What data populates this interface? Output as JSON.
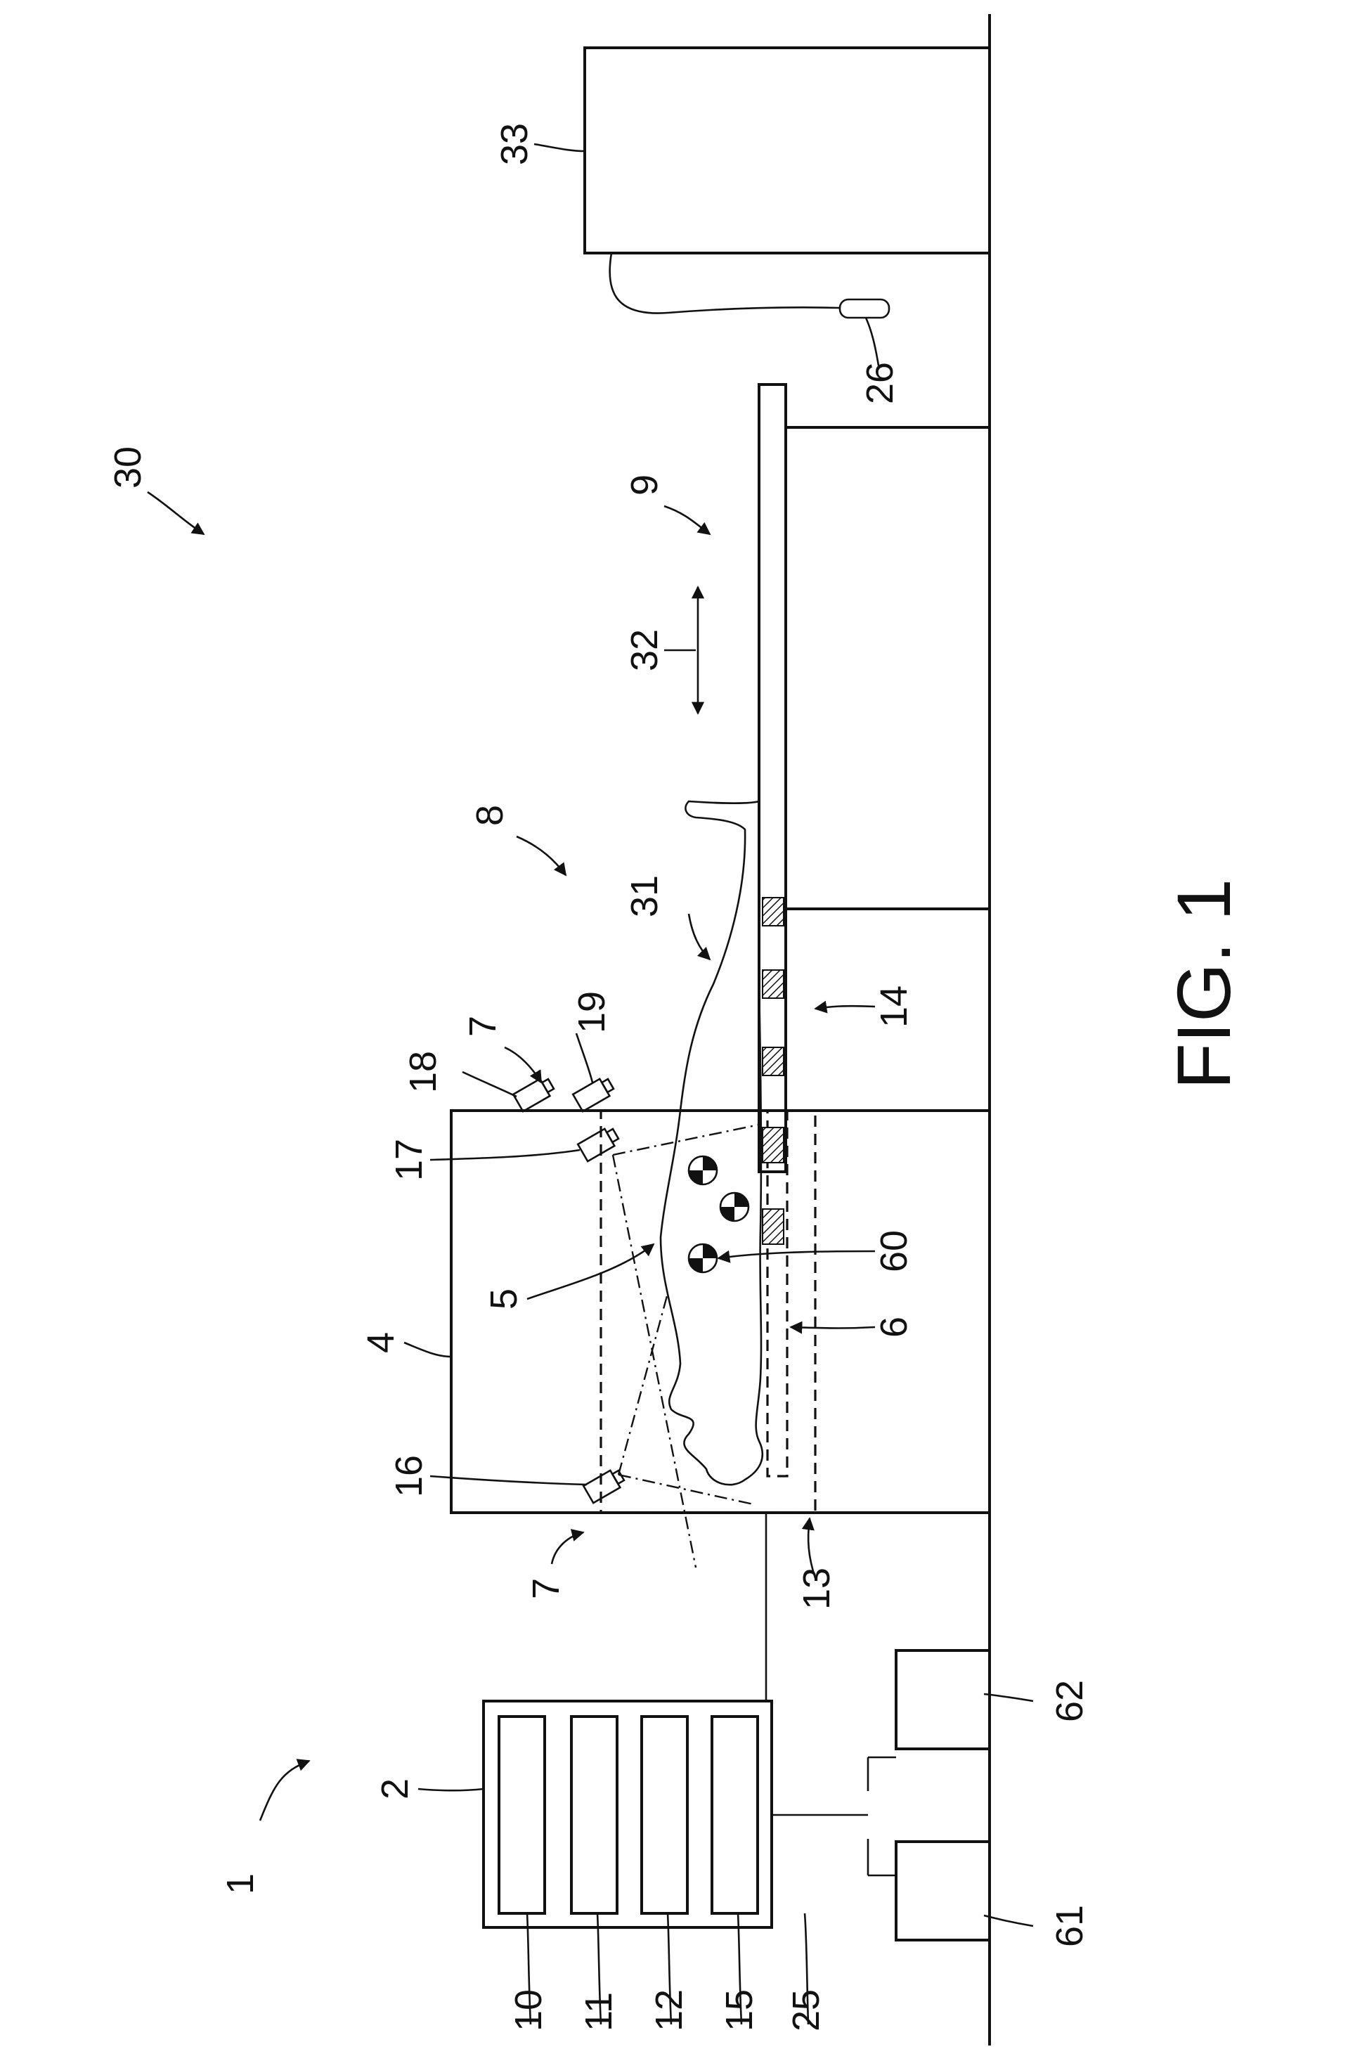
{
  "figure": {
    "caption": "FIG. 1",
    "labels": {
      "l1": "1",
      "l2": "2",
      "l4": "4",
      "l5": "5",
      "l6": "6",
      "l7a": "7",
      "l7b": "7",
      "l8": "8",
      "l9": "9",
      "l10": "10",
      "l11": "11",
      "l12": "12",
      "l13": "13",
      "l14": "14",
      "l15": "15",
      "l16": "16",
      "l17": "17",
      "l18": "18",
      "l19": "19",
      "l25": "25",
      "l26": "26",
      "l30": "30",
      "l31": "31",
      "l32": "32",
      "l33": "33",
      "l60": "60",
      "l61": "61",
      "l62": "62"
    }
  }
}
